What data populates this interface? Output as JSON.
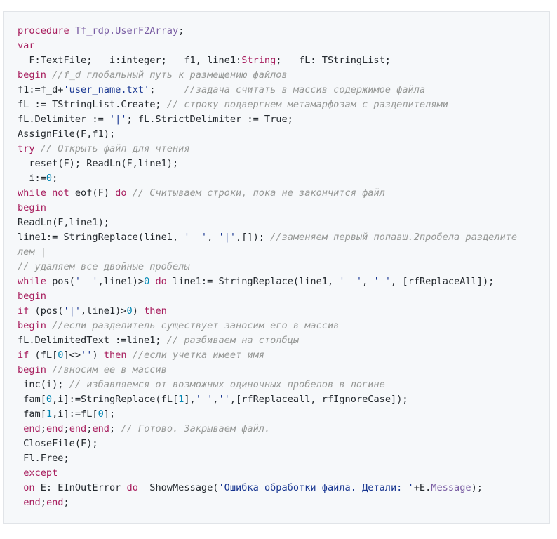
{
  "code": {
    "language": "pascal",
    "lines": [
      [
        [
          "kw",
          "procedure"
        ],
        [
          "plain",
          " "
        ],
        [
          "fn",
          "Tf_rdp.UserF2Array"
        ],
        [
          "plain",
          ";"
        ]
      ],
      [
        [
          "kw",
          "var"
        ]
      ],
      [
        [
          "plain",
          "  F:TextFile;   i:integer;   f1, line1:"
        ],
        [
          "kw",
          "String"
        ],
        [
          "plain",
          ";   fL: TStringList;"
        ]
      ],
      [
        [
          "kw",
          "begin"
        ],
        [
          "plain",
          " "
        ],
        [
          "com",
          "//f_d глобальный путь к размещению файлов"
        ]
      ],
      [
        [
          "plain",
          "f1:=f_d+"
        ],
        [
          "str",
          "'user_name.txt'"
        ],
        [
          "plain",
          ";     "
        ],
        [
          "com",
          "//задача считать в массив содержимое файла"
        ]
      ],
      [
        [
          "plain",
          "fL := TStringList.Create; "
        ],
        [
          "com",
          "// строку подвергнем метамарфозам с разделителями"
        ]
      ],
      [
        [
          "plain",
          "fL.Delimiter := "
        ],
        [
          "str",
          "'|'"
        ],
        [
          "plain",
          "; fL.StrictDelimiter := True;"
        ]
      ],
      [
        [
          "plain",
          "AssignFile(F,f1);"
        ]
      ],
      [
        [
          "kw",
          "try"
        ],
        [
          "plain",
          " "
        ],
        [
          "com",
          "// Открыть файл для чтения"
        ]
      ],
      [
        [
          "plain",
          "  reset(F); ReadLn(F,line1);"
        ]
      ],
      [
        [
          "plain",
          "  i:="
        ],
        [
          "num",
          "0"
        ],
        [
          "plain",
          ";"
        ]
      ],
      [
        [
          "kw",
          "while"
        ],
        [
          "plain",
          " "
        ],
        [
          "kw",
          "not"
        ],
        [
          "plain",
          " eof(F) "
        ],
        [
          "kw",
          "do"
        ],
        [
          "plain",
          " "
        ],
        [
          "com",
          "// Считываем строки, пока не закончится файл"
        ]
      ],
      [
        [
          "kw",
          "begin"
        ]
      ],
      [
        [
          "plain",
          "ReadLn(F,line1);"
        ]
      ],
      [
        [
          "plain",
          "line1:= StringReplace(line1, "
        ],
        [
          "str",
          "'  '"
        ],
        [
          "plain",
          ", "
        ],
        [
          "str",
          "'|'"
        ],
        [
          "plain",
          ",[]); "
        ],
        [
          "com",
          "//заменяем первый попавш.2пробела разделите"
        ]
      ],
      [
        [
          "com",
          "лем |"
        ]
      ],
      [
        [
          "com",
          "// удаляем все двойные пробелы"
        ]
      ],
      [
        [
          "kw",
          "while"
        ],
        [
          "plain",
          " pos("
        ],
        [
          "str",
          "'  '"
        ],
        [
          "plain",
          ",line1)>"
        ],
        [
          "num",
          "0"
        ],
        [
          "plain",
          " "
        ],
        [
          "kw",
          "do"
        ],
        [
          "plain",
          " line1:= StringReplace(line1, "
        ],
        [
          "str",
          "'  '"
        ],
        [
          "plain",
          ", "
        ],
        [
          "str",
          "' '"
        ],
        [
          "plain",
          ", [rfReplaceAll]);"
        ]
      ],
      [
        [
          "kw",
          "begin"
        ]
      ],
      [
        [
          "kw",
          "if"
        ],
        [
          "plain",
          " (pos("
        ],
        [
          "str",
          "'|'"
        ],
        [
          "plain",
          ",line1)>"
        ],
        [
          "num",
          "0"
        ],
        [
          "plain",
          ") "
        ],
        [
          "kw",
          "then"
        ]
      ],
      [
        [
          "kw",
          "begin"
        ],
        [
          "plain",
          " "
        ],
        [
          "com",
          "//если разделитель существует заносим его в массив"
        ]
      ],
      [
        [
          "plain",
          "fL.DelimitedText :=line1; "
        ],
        [
          "com",
          "// разбиваем на столбцы"
        ]
      ],
      [
        [
          "kw",
          "if"
        ],
        [
          "plain",
          " (fL["
        ],
        [
          "num",
          "0"
        ],
        [
          "plain",
          "]<>"
        ],
        [
          "str",
          "''"
        ],
        [
          "plain",
          ") "
        ],
        [
          "kw",
          "then"
        ],
        [
          "plain",
          " "
        ],
        [
          "com",
          "//если учетка имеет имя"
        ]
      ],
      [
        [
          "kw",
          "begin"
        ],
        [
          "plain",
          " "
        ],
        [
          "com",
          "//вносим ее в массив"
        ]
      ],
      [
        [
          "plain",
          " inc(i); "
        ],
        [
          "com",
          "// избавляемся от возможных одиночных пробелов в логине"
        ]
      ],
      [
        [
          "plain",
          " fam["
        ],
        [
          "num",
          "0"
        ],
        [
          "plain",
          ",i]:=StringReplace(fL["
        ],
        [
          "num",
          "1"
        ],
        [
          "plain",
          "],"
        ],
        [
          "str",
          "' '"
        ],
        [
          "plain",
          ","
        ],
        [
          "str",
          "''"
        ],
        [
          "plain",
          ",[rfReplaceall, rfIgnoreCase]);"
        ]
      ],
      [
        [
          "plain",
          " fam["
        ],
        [
          "num",
          "1"
        ],
        [
          "plain",
          ",i]:=fL["
        ],
        [
          "num",
          "0"
        ],
        [
          "plain",
          "];"
        ]
      ],
      [
        [
          "plain",
          " "
        ],
        [
          "kw",
          "end"
        ],
        [
          "plain",
          ";"
        ],
        [
          "kw",
          "end"
        ],
        [
          "plain",
          ";"
        ],
        [
          "kw",
          "end"
        ],
        [
          "plain",
          ";"
        ],
        [
          "kw",
          "end"
        ],
        [
          "plain",
          "; "
        ],
        [
          "com",
          "// Готово. Закрываем файл."
        ]
      ],
      [
        [
          "plain",
          " CloseFile(F);"
        ]
      ],
      [
        [
          "plain",
          " Fl.Free;"
        ]
      ],
      [
        [
          "plain",
          " "
        ],
        [
          "kw",
          "except"
        ]
      ],
      [
        [
          "plain",
          " "
        ],
        [
          "kw",
          "on"
        ],
        [
          "plain",
          " E: EInOutError "
        ],
        [
          "kw",
          "do"
        ],
        [
          "plain",
          "  ShowMessage("
        ],
        [
          "str",
          "'Ошибка обработки файла. Детали: '"
        ],
        [
          "plain",
          "+E."
        ],
        [
          "fn",
          "Message"
        ],
        [
          "plain",
          ");"
        ]
      ],
      [
        [
          "plain",
          " "
        ],
        [
          "kw",
          "end"
        ],
        [
          "plain",
          ";"
        ],
        [
          "kw",
          "end"
        ],
        [
          "plain",
          ";"
        ]
      ]
    ]
  }
}
